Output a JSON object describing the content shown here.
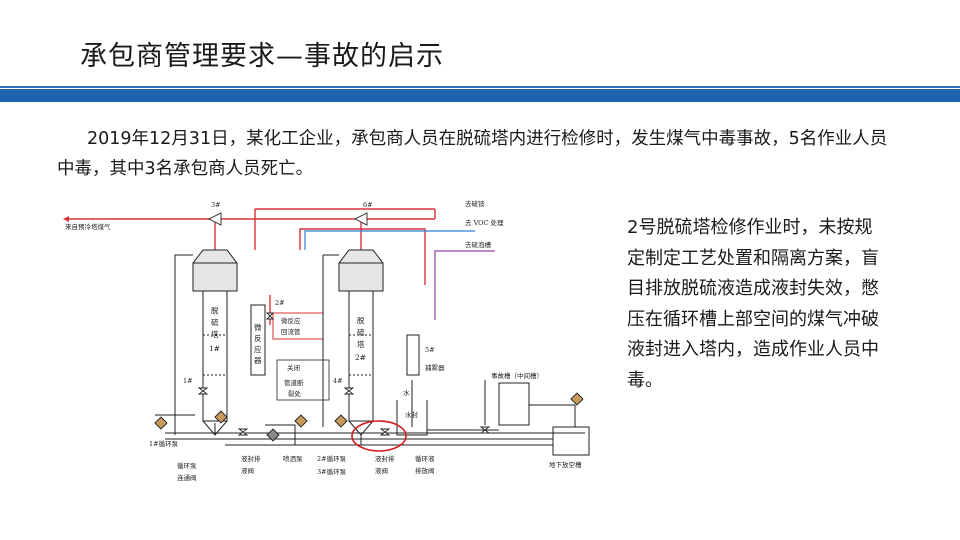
{
  "slide": {
    "title": "承包商管理要求—事故的启示",
    "intro": "2019年12月31日，某化工企业，承包商人员在脱硫塔内进行检修时，发生煤气中毒事故，5名作业人员中毒，其中3名承包商人员死亡。",
    "side_text": "2号脱硫塔检修作业时，未按规定制定工艺处置和隔离方案，盲目排放脱硫液造成液封失效，憋压在循环槽上部空间的煤气冲破液封进入塔内，造成作业人员中毒。"
  },
  "colors": {
    "band": "#1f62ad",
    "gas_line": "#d9333a",
    "voc_line": "#2f7fd0",
    "foam_line": "#8e44ad",
    "highlight_circle": "#d21c1c"
  },
  "diagram": {
    "labels": {
      "source": "来自预冷塔煤气",
      "valve3": "3#",
      "valve6": "6#",
      "to_sulfur": "去硫铵",
      "to_voc": "去 VOC 处理",
      "to_foam": "去硫泡槽",
      "tower1": [
        "脱",
        "硫",
        "塔",
        "1#"
      ],
      "tower2": [
        "脱",
        "硫",
        "塔",
        "2#"
      ],
      "micro_reactor": [
        "微",
        "反",
        "应",
        "器"
      ],
      "micro_return": [
        "微反应",
        "回流管"
      ],
      "valve2": "2#",
      "valve1": "1#",
      "valve4": "4#",
      "valve5": "5#",
      "closed": "关闭",
      "pipe_break": [
        "管道断",
        "裂处"
      ],
      "mist_catcher": "捕雾器",
      "water": "水",
      "water_seal": "水封",
      "pump1": "1#循环泵",
      "pump_link": [
        "循环泵",
        "连通阀"
      ],
      "seal_drain1": [
        "液封排",
        "液阀"
      ],
      "spray_pump": "喷洒泵",
      "pump2": "2#循环泵",
      "pump3": "3#循环泵",
      "seal_drain2": [
        "液封排",
        "液阀"
      ],
      "loop_drain": [
        "循环液",
        "排放阀"
      ],
      "accident_tank": "事故槽（中间槽）",
      "underground_tank": "地下放空槽"
    }
  }
}
